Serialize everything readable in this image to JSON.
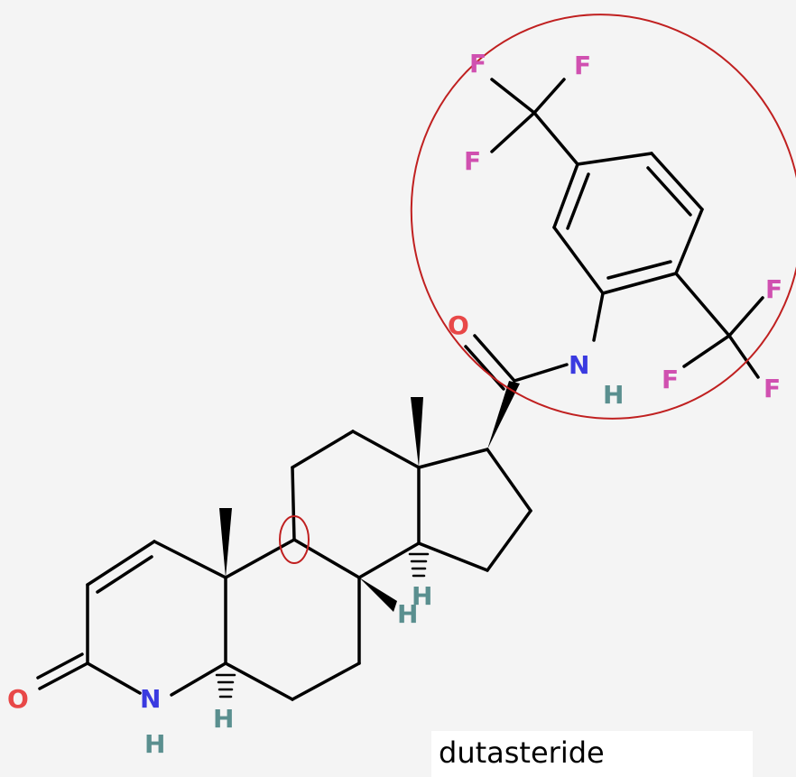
{
  "caption": "dutasteride",
  "atoms": {
    "oxygen": "O",
    "nitrogen": "N",
    "hydrogen": "H",
    "fluorine": "F"
  },
  "colors": {
    "background": "#f4f4f4",
    "bond": "#000000",
    "oxygen": "#e84848",
    "nitrogen": "#3a3ae0",
    "hydrogen": "#5a8f8f",
    "fluorine": "#d050b0",
    "highlight": "#c02020"
  }
}
